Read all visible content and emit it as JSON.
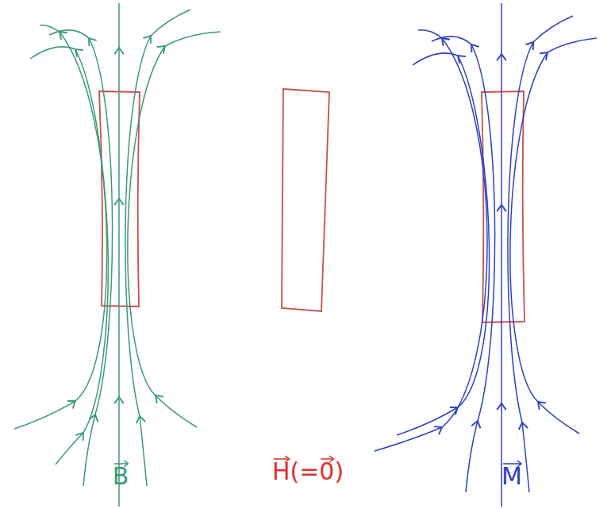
{
  "diagram": {
    "labels": [
      "B",
      "H(=0)",
      "M"
    ]
  }
}
